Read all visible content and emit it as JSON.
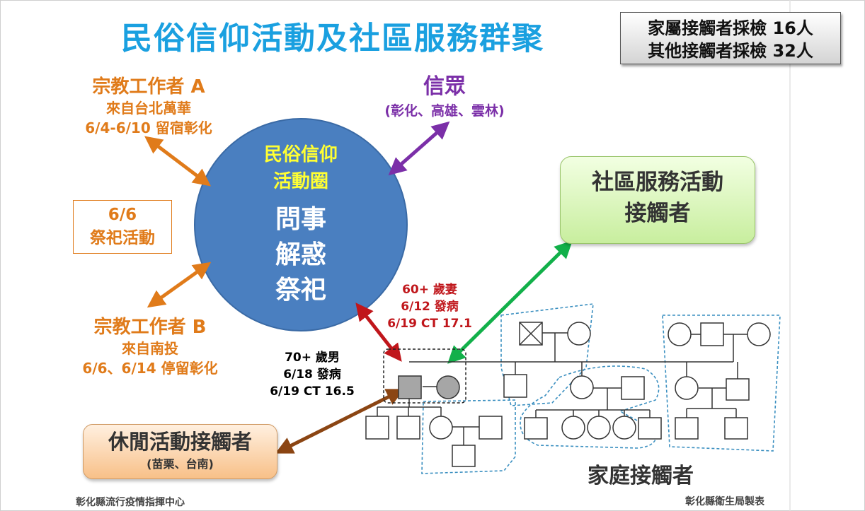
{
  "title": "民俗信仰活動及社區服務群聚",
  "testing_summary": {
    "line1": "家屬接觸者採檢 16人",
    "line2": "其他接觸者採檢 32人"
  },
  "worker_a": {
    "title": "宗教工作者 A",
    "origin": "來自台北萬華",
    "stay": "6/4-6/10 留宿彰化"
  },
  "believers": {
    "title": "信眾",
    "locations": "(彰化、高雄、雲林)"
  },
  "ritual_event": {
    "date": "6/6",
    "name": "祭祀活動"
  },
  "folk_circle": {
    "label_line1": "民俗信仰",
    "label_line2": "活動圈",
    "activities": [
      "問事",
      "解惑",
      "祭祀"
    ]
  },
  "worker_b": {
    "title": "宗教工作者 B",
    "origin": "來自南投",
    "stay": "6/6、6/14 停留彰化"
  },
  "wife_case": {
    "age": "60+ 歲妻",
    "onset": "6/12 發病",
    "ct": "6/19 CT 17.1"
  },
  "husband_case": {
    "age": "70+ 歲男",
    "onset": "6/18 發病",
    "ct": "6/19 CT 16.5"
  },
  "community_contacts": {
    "line1": "社區服務活動",
    "line2": "接觸者"
  },
  "leisure_contacts": {
    "title": "休閒活動接觸者",
    "locations": "(苗栗、台南)"
  },
  "family_contacts": "家庭接觸者",
  "footer_left": "彰化縣流行疫情指揮中心",
  "footer_right": "彰化縣衛生局製表",
  "colors": {
    "title": "#1aa0e0",
    "worker": "#e07b1a",
    "believer": "#7b2fa8",
    "circle_fill": "#4a7fc0",
    "circle_label": "#ffff33",
    "wife_case": "#c0161b",
    "community_arrow": "#12b04a",
    "leisure_arrow": "#8b4513",
    "index_case_fill": "#a6a6a6"
  }
}
